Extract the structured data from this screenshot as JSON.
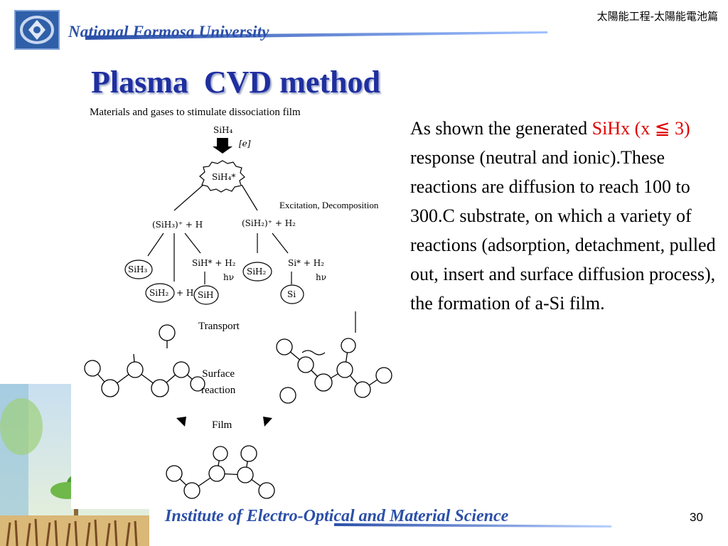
{
  "header": {
    "university": "National Formosa University",
    "course_title": "太陽能工程-太陽能電池篇"
  },
  "slide": {
    "title": "Plasma  CVD method",
    "diagram_caption": "Materials and gases to stimulate dissociation film"
  },
  "diagram": {
    "labels": {
      "excitation": "Excitation, Decomposition",
      "transport": "Transport",
      "surface_line1": "Surface",
      "surface_line2": "reaction",
      "film": "Film"
    },
    "species": {
      "sih4": "SiH₄",
      "electron": "[e]",
      "sih4_star": "SiH₄*",
      "sih3_ion": "(SiH₃)⁺ + H",
      "sih2_ion": "(SiH₂)⁺ + H₂",
      "sih3": "SiH₃",
      "sih_star": "SiH* + H₂",
      "hv1": "hν",
      "sih2a": "SiH₂",
      "si_star": "Si* + H₂",
      "hv2": "hν",
      "sih2b": "SiH₂",
      "plus_h": "+ H",
      "sih": "SiH",
      "si": "Si"
    }
  },
  "body": {
    "part1": "As shown the generated",
    "highlight": "SiHx (x ≦ 3)",
    "part2": "response (neutral and ionic).These reactions are diffusion to reach 100 to 300.C substrate, on which a variety of reactions (adsorption, detachment, pulled out, insert and surface diffusion process), the formation of a-Si film."
  },
  "footer": {
    "institute": "Institute of Electro-Optical and Material Science",
    "page_number": "30"
  },
  "colors": {
    "brand_blue": "#2b4fa8",
    "title_blue": "#1f2fa0",
    "highlight_red": "#e00000"
  }
}
